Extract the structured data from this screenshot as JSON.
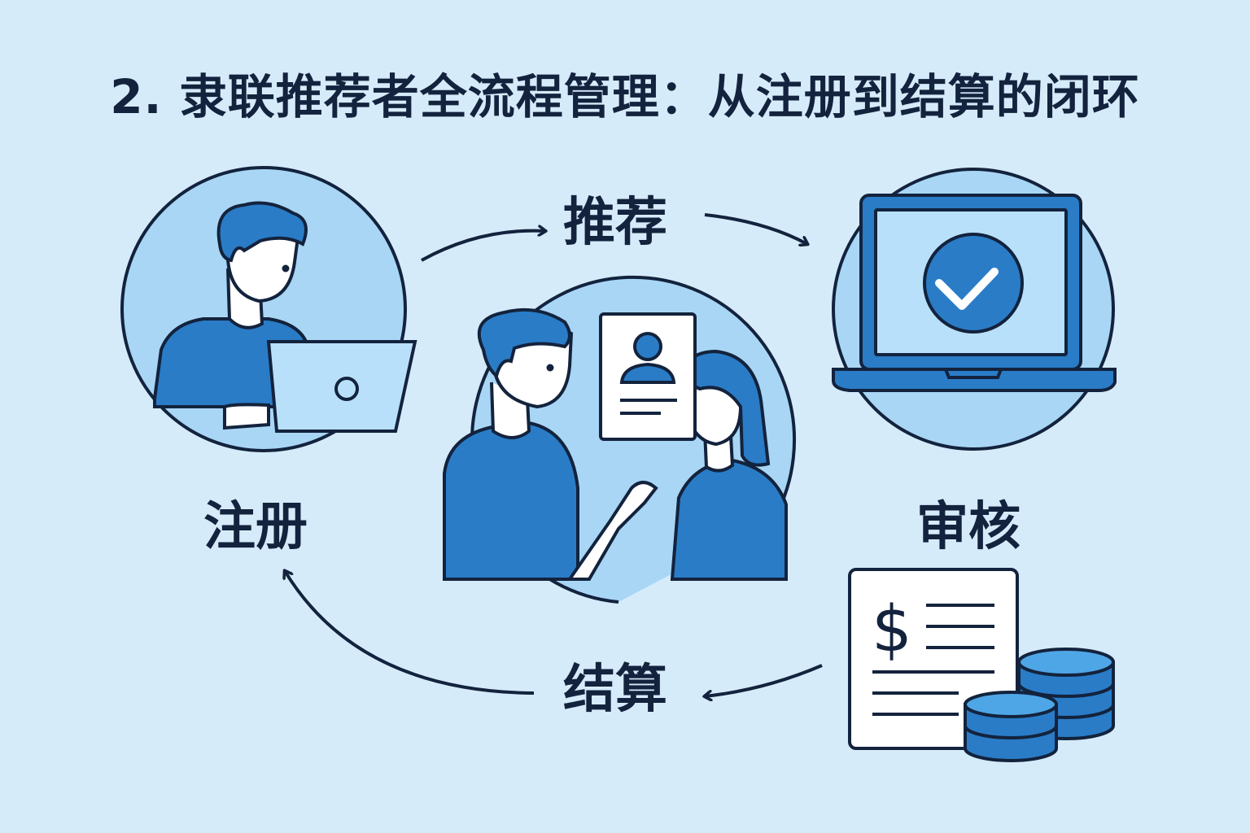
{
  "title": "2. 隶联推荐者全流程管理：从注册到结算的闭环",
  "steps": {
    "register": "注册",
    "recommend": "推荐",
    "review": "审核",
    "settle": "结算"
  },
  "invoice": {
    "currency_symbol": "$"
  },
  "colors": {
    "background": "#d6ebfa",
    "circle_fill": "#a9d6f5",
    "primary": "#2a7cc7",
    "outline": "#13233d",
    "light": "#b9e0fa"
  },
  "icons": [
    "person-at-laptop-icon",
    "two-people-conversation-icon",
    "profile-card-icon",
    "laptop-checkmark-icon",
    "invoice-icon",
    "coin-stack-icon"
  ]
}
